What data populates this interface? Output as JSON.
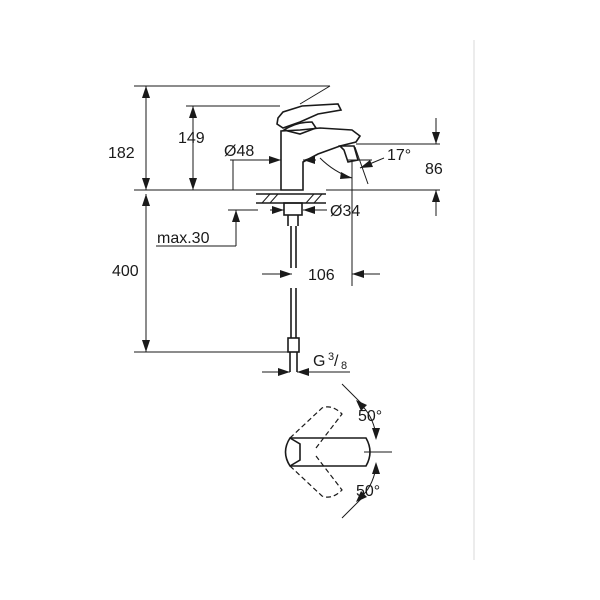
{
  "drawing": {
    "dimensions": {
      "total_height": "182",
      "spout_height": "149",
      "body_diameter": "Ø48",
      "spout_angle": "17°",
      "outlet_height": "86",
      "hole_diameter": "Ø34",
      "max_thickness": "max.30",
      "hose_length": "400",
      "projection": "106",
      "connection_thread": "G",
      "connection_fraction_num": "3",
      "connection_fraction_den": "8",
      "lever_angle_up": "50°",
      "lever_angle_down": "50°"
    }
  }
}
